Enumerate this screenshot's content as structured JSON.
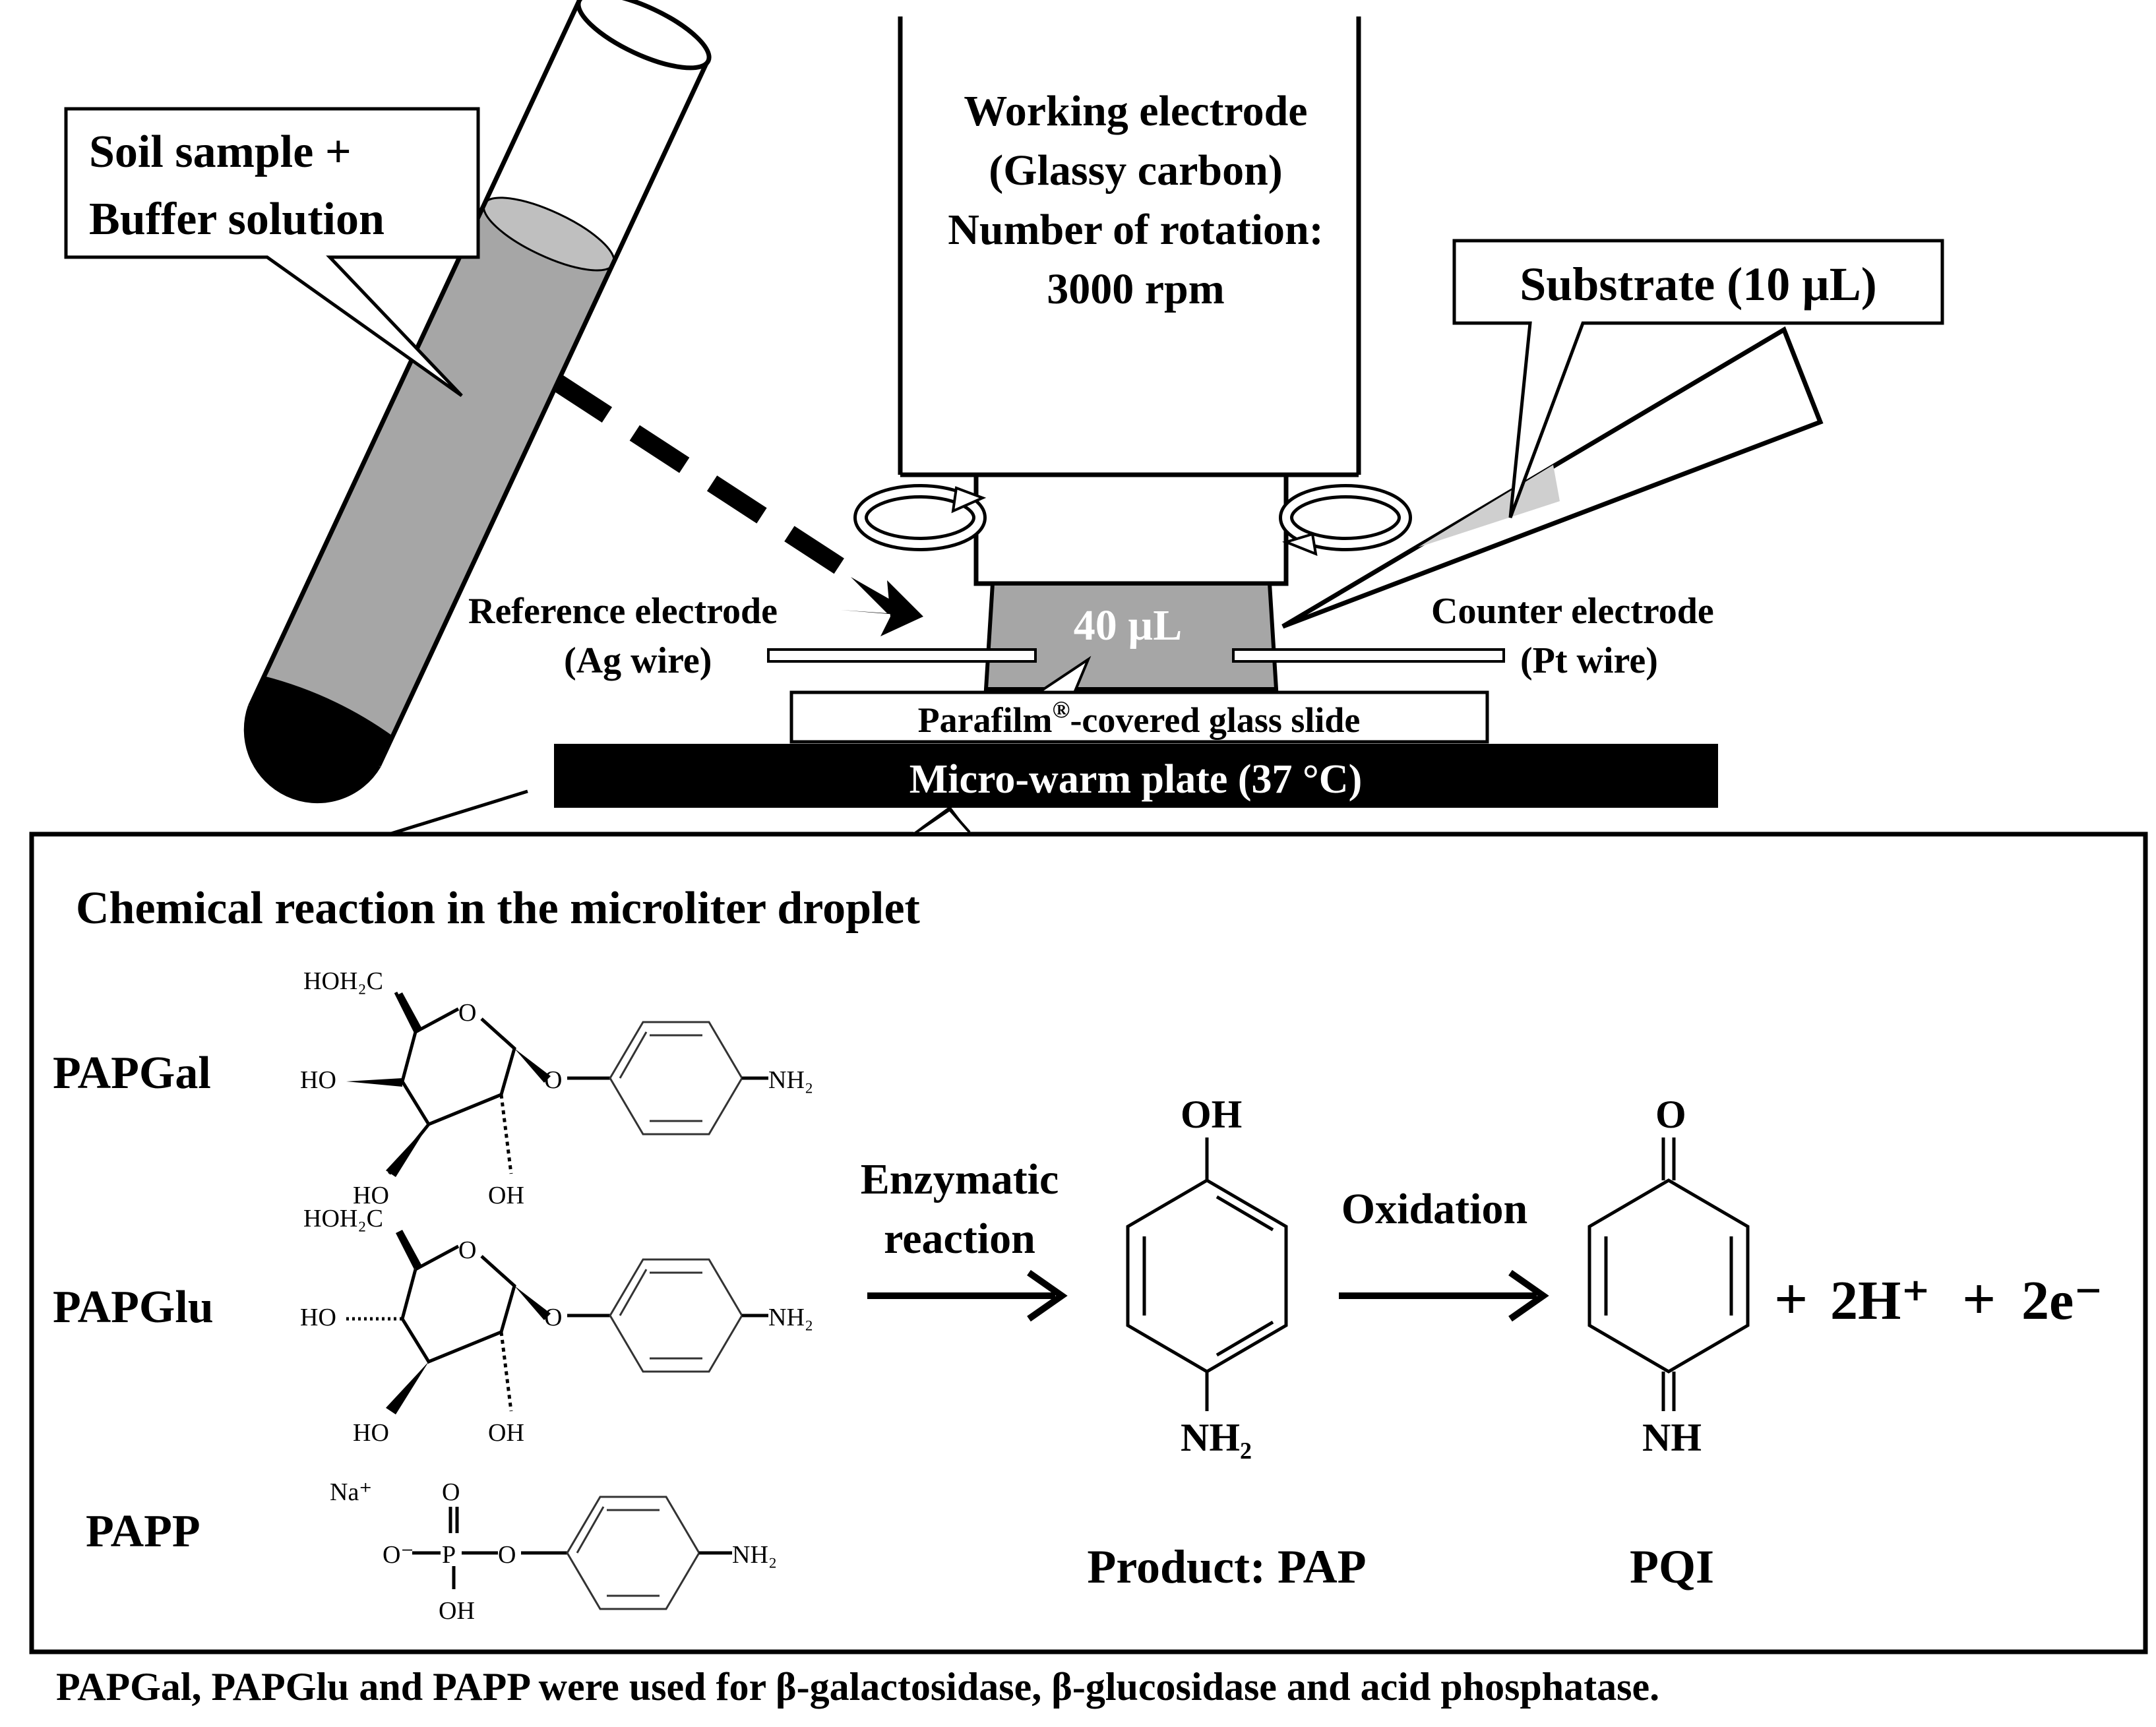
{
  "setup": {
    "soil_label_line1": "Soil sample +",
    "soil_label_line2": "Buffer solution",
    "working_line1": "Working electrode",
    "working_line2": "(Glassy carbon)",
    "working_line3": "Number of rotation:",
    "working_line4": "3000 rpm",
    "substrate_label": "Substrate (10 µL)",
    "droplet_label": "40 µL",
    "reference_line1": "Reference electrode",
    "reference_line2": "(Ag wire)",
    "counter_line1": "Counter electrode",
    "counter_line2": "(Pt wire)",
    "slide_label_a": "Parafilm",
    "slide_label_sup": "®",
    "slide_label_b": "-covered glass slide",
    "plate_label": "Micro-warm plate (37 °C)"
  },
  "reaction": {
    "title": "Chemical reaction in the microliter droplet",
    "substrates": [
      {
        "name": "PAPGal"
      },
      {
        "name": "PAPGlu"
      },
      {
        "name": "PAPP"
      }
    ],
    "chem_labels": {
      "hoh2c": "HOH₂C",
      "ho": "HO",
      "oh": "OH",
      "o": "O",
      "nh2": "NH₂",
      "na": "Na⁺",
      "o_minus": "O⁻",
      "p": "P",
      "nh": "NH"
    },
    "step1_line1": "Enzymatic",
    "step1_line2": "reaction",
    "step2": "Oxidation",
    "product_oh": "OH",
    "product_nh2": "NH₂",
    "product_label": "Product: PAP",
    "pqi_o": "O",
    "pqi_nh": "NH",
    "pqi_label": "PQI",
    "extra_plus1": "+",
    "extra_2h": "2H⁺",
    "extra_plus2": "+",
    "extra_2e": "2e⁻"
  },
  "caption": "PAPGal, PAPGlu and PAPP were used for β-galactosidase, β-glucosidase and acid phosphatase."
}
